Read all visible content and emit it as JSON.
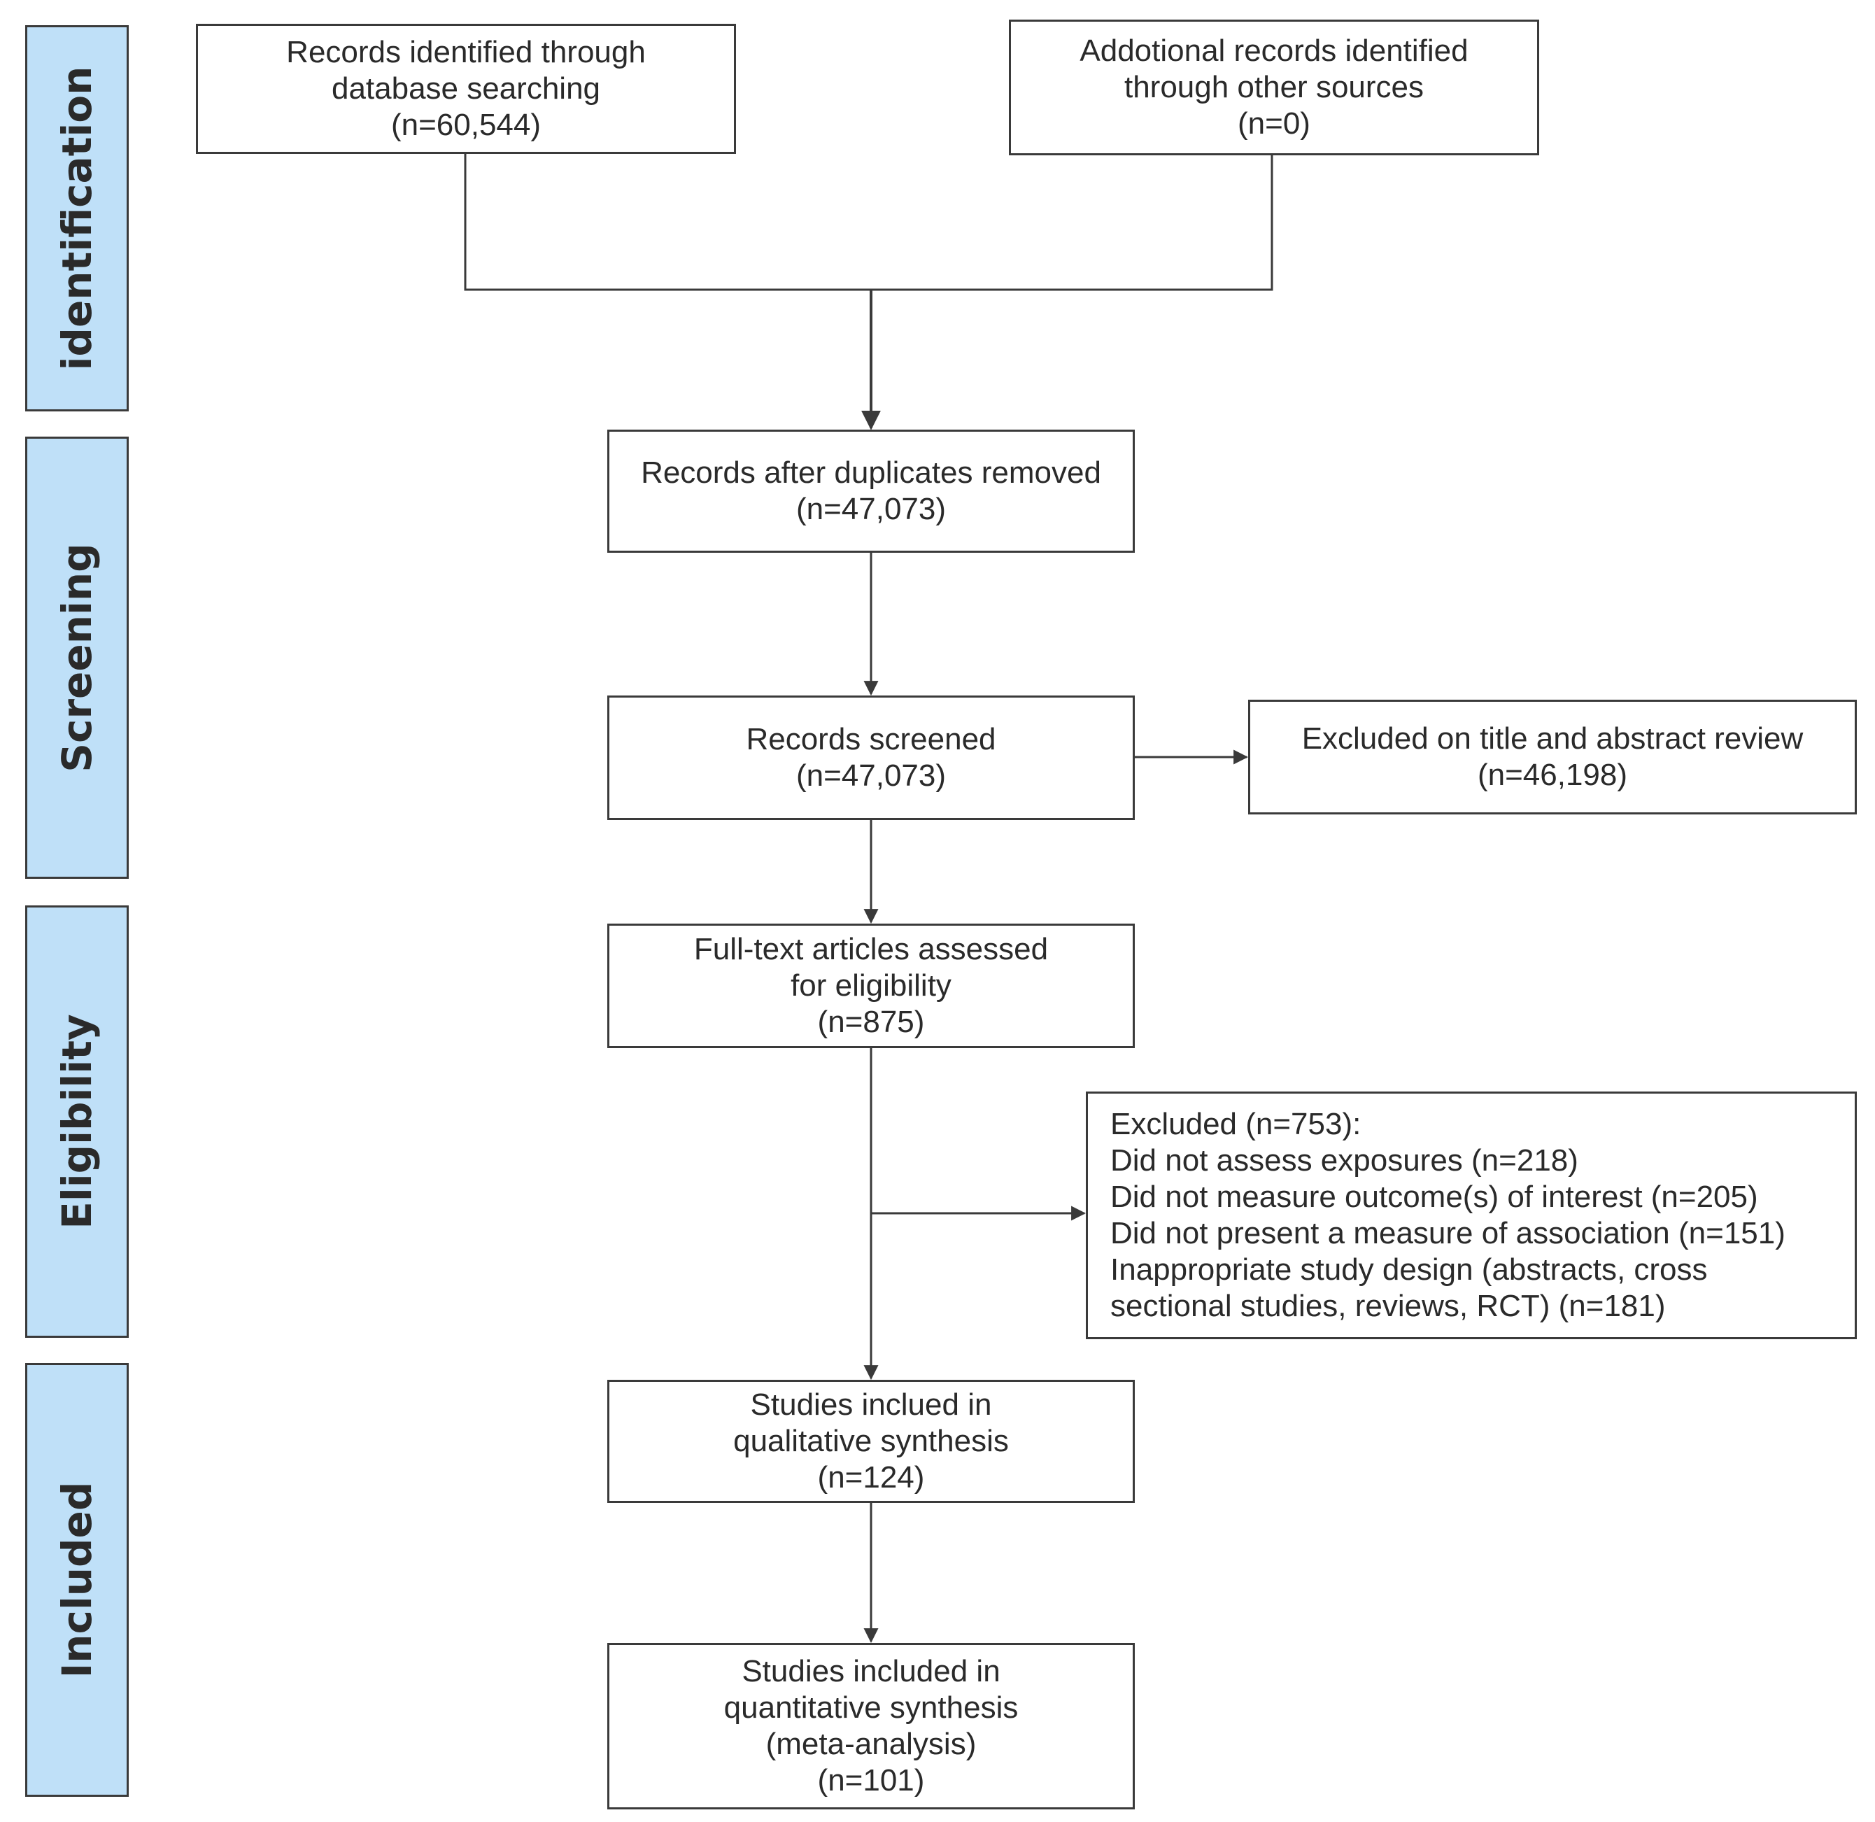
{
  "phases": {
    "identification": "identification",
    "screening": "Screening",
    "eligibility": "Eligibility",
    "included": "Included"
  },
  "boxes": {
    "database_records": [
      "Records identified through",
      "database searching",
      "(n=60,544)"
    ],
    "other_sources": [
      "Addotional records identified",
      "through other sources",
      "(n=0)"
    ],
    "duplicates_removed": [
      "Records after duplicates removed",
      "(n=47,073)"
    ],
    "records_screened": [
      "Records screened",
      "(n=47,073)"
    ],
    "excluded_title_abstract": [
      "Excluded on title and abstract review",
      "(n=46,198)"
    ],
    "full_text_assessed": [
      "Full-text articles assessed",
      "for eligibility",
      "(n=875)"
    ],
    "excluded_reasons": [
      "Excluded (n=753):",
      "Did not assess exposures (n=218)",
      "Did not measure outcome(s) of interest (n=205)",
      "Did not present a measure of association (n=151)",
      "Inappropriate study design (abstracts, cross",
      "sectional studies, reviews, RCT) (n=181)"
    ],
    "qualitative_synthesis": [
      "Studies inclued in",
      "qualitative synthesis",
      "(n=124)"
    ],
    "quantitative_synthesis": [
      "Studies included in",
      "quantitative synthesis",
      "(meta-analysis)",
      "(n=101)"
    ]
  },
  "colors": {
    "phase_fill": "#bfe0f8",
    "stroke": "#3a3a3a"
  }
}
